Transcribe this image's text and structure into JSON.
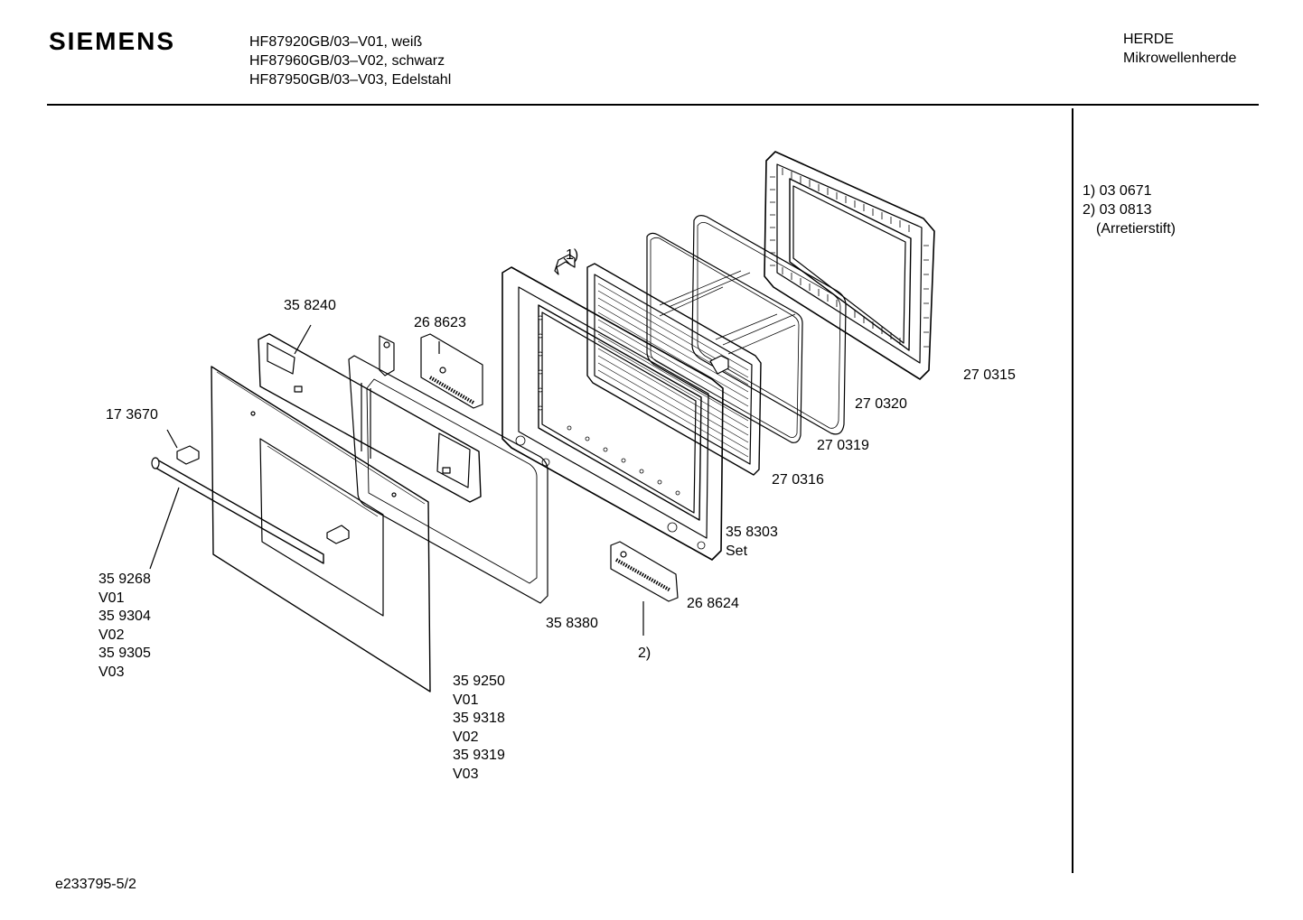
{
  "header": {
    "brand": "SIEMENS",
    "models": [
      "HF87920GB/03–V01, weiß",
      "HF87960GB/03–V02, schwarz",
      "HF87950GB/03–V03, Edelstahl"
    ],
    "category": [
      "HERDE",
      "Mikrowellenherde"
    ]
  },
  "footnotes": [
    "1) 03 0671",
    "2) 03 0813",
    "(Arretierstift)"
  ],
  "footer": {
    "drawing_id": "e233795-5/2"
  },
  "parts": {
    "outer_panel_frame": "27 0315",
    "glass_seal": "27 0320",
    "inner_glass": "27 0319",
    "grill_plate": "27 0316",
    "door_frame": [
      "35 8303",
      "Set"
    ],
    "callout_1": "1)",
    "callout_2": "2)",
    "hinge_right": "26 8624",
    "hinge_left": "26 8623",
    "inner_frame": "35 8240",
    "inner_cover": "35 8380",
    "handle_cap": "17 3670",
    "handle": [
      "35 9268",
      "V01",
      "35 9304",
      "V02",
      "35 9305",
      "V03"
    ],
    "front_panel": [
      "35 9250",
      "V01",
      "35 9318",
      "V02",
      "35 9319",
      "V03"
    ]
  }
}
